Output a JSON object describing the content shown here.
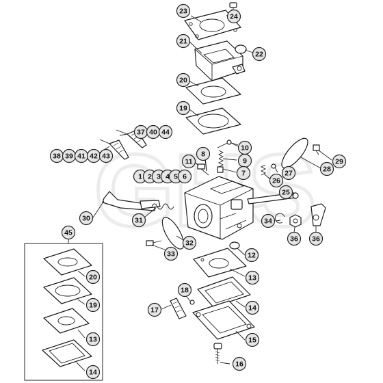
{
  "diagram": {
    "kit_box_label": "45",
    "watermark_text": "GHS",
    "callouts": [
      {
        "id": "23",
        "label": "23"
      },
      {
        "id": "24",
        "label": "24"
      },
      {
        "id": "21",
        "label": "21"
      },
      {
        "id": "22",
        "label": "22"
      },
      {
        "id": "20a",
        "label": "20"
      },
      {
        "id": "19a",
        "label": "19"
      },
      {
        "id": "37",
        "label": "37"
      },
      {
        "id": "40",
        "label": "40"
      },
      {
        "id": "44",
        "label": "44"
      },
      {
        "id": "38",
        "label": "38"
      },
      {
        "id": "39",
        "label": "39"
      },
      {
        "id": "41",
        "label": "41"
      },
      {
        "id": "42",
        "label": "42"
      },
      {
        "id": "43",
        "label": "43"
      },
      {
        "id": "10",
        "label": "10"
      },
      {
        "id": "8",
        "label": "8"
      },
      {
        "id": "9",
        "label": "9"
      },
      {
        "id": "11",
        "label": "11"
      },
      {
        "id": "7",
        "label": "7"
      },
      {
        "id": "1",
        "label": "1"
      },
      {
        "id": "2",
        "label": "2"
      },
      {
        "id": "3",
        "label": "3"
      },
      {
        "id": "4",
        "label": "4"
      },
      {
        "id": "5",
        "label": "5"
      },
      {
        "id": "6",
        "label": "6"
      },
      {
        "id": "27",
        "label": "27"
      },
      {
        "id": "26",
        "label": "26"
      },
      {
        "id": "28",
        "label": "28"
      },
      {
        "id": "29",
        "label": "29"
      },
      {
        "id": "25",
        "label": "25"
      },
      {
        "id": "30",
        "label": "30"
      },
      {
        "id": "31",
        "label": "31"
      },
      {
        "id": "34",
        "label": "34"
      },
      {
        "id": "36a",
        "label": "36"
      },
      {
        "id": "36b",
        "label": "36"
      },
      {
        "id": "32",
        "label": "32"
      },
      {
        "id": "33",
        "label": "33"
      },
      {
        "id": "12",
        "label": "12"
      },
      {
        "id": "13a",
        "label": "13"
      },
      {
        "id": "18",
        "label": "18"
      },
      {
        "id": "17",
        "label": "17"
      },
      {
        "id": "14a",
        "label": "14"
      },
      {
        "id": "15",
        "label": "15"
      },
      {
        "id": "16",
        "label": "16"
      },
      {
        "id": "45",
        "label": "45"
      },
      {
        "id": "20b",
        "label": "20"
      },
      {
        "id": "19b",
        "label": "19"
      },
      {
        "id": "13b",
        "label": "13"
      },
      {
        "id": "14b",
        "label": "14"
      }
    ]
  }
}
